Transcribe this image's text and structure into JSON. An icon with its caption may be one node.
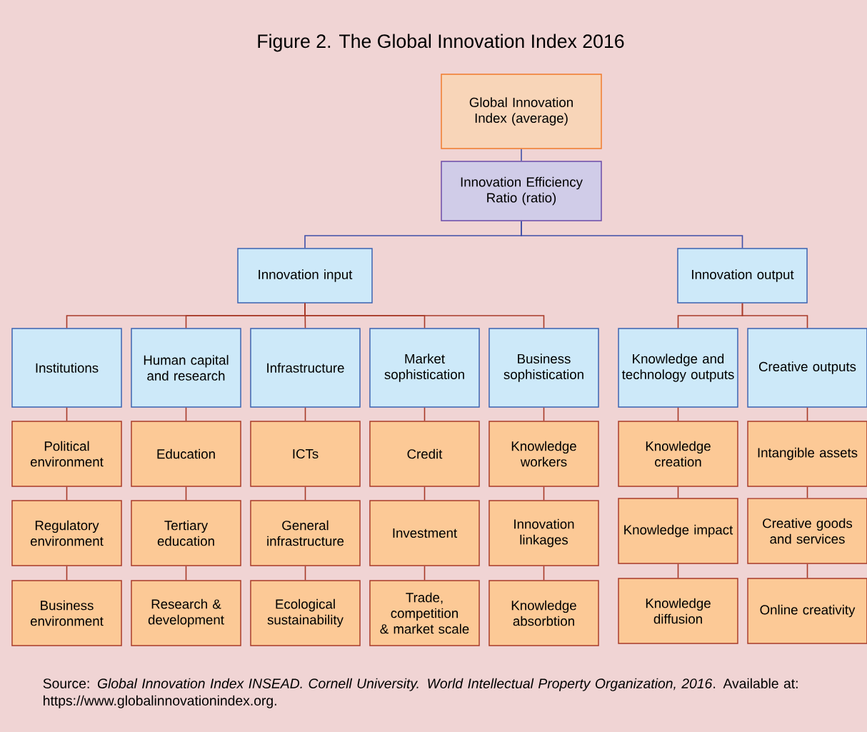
{
  "diagram": {
    "title": "Figure 2. The Global Innovation Index 2016",
    "caption": "Source: *Global Innovation Index INSEAD. Cornell University. World Intellectual Property Organization, 2016*. Available at: https://www.globalinnovationindex.org.",
    "nodes": [
      {
        "text": [
          "Global Innovation Index (average)"
        ]
      },
      {
        "text": [
          "Innovation Efficiency Ratio (ratio)"
        ]
      },
      {
        "text": [
          "Innovation input"
        ]
      },
      {
        "text": [
          "Innovation output"
        ]
      },
      {
        "text": [
          "Institutions"
        ]
      },
      {
        "text": [
          "Human capital and research"
        ]
      },
      {
        "text": [
          "Infrastructure"
        ]
      },
      {
        "text": [
          "Market sophistication"
        ]
      },
      {
        "text": [
          "Business sophistication"
        ]
      },
      {
        "text": [
          "Knowledge and technology outputs"
        ]
      },
      {
        "text": [
          "Creative outputs"
        ]
      },
      {
        "text": [
          "Political environment"
        ]
      },
      {
        "text": [
          "Education"
        ]
      },
      {
        "text": [
          "ICTs"
        ]
      },
      {
        "text": [
          "Credit"
        ]
      },
      {
        "text": [
          "Knowledge workers"
        ]
      },
      {
        "text": [
          "Knowledge creation"
        ]
      },
      {
        "text": [
          "Intangible assets"
        ]
      },
      {
        "text": [
          "Regulatory environment"
        ]
      },
      {
        "text": [
          "Tertiary education"
        ]
      },
      {
        "text": [
          "General infrastructure"
        ]
      },
      {
        "text": [
          "Investment"
        ]
      },
      {
        "text": [
          "Innovation linkages"
        ]
      },
      {
        "text": [
          "Knowledge impact"
        ]
      },
      {
        "text": [
          "Creative goods and services"
        ]
      },
      {
        "text": [
          "Business environment"
        ]
      },
      {
        "text": [
          "Research & development"
        ]
      },
      {
        "text": [
          "Ecological sustainability"
        ]
      },
      {
        "text": [
          "Trade, competition & market scale"
        ]
      },
      {
        "text": [
          "Knowledge absorbtion"
        ]
      },
      {
        "text": [
          "Knowledge diffusion"
        ]
      },
      {
        "text": [
          "Online creativity"
        ]
      }
    ],
    "edges": [
      {
        "from": 0,
        "to": 1,
        "arrow": "none",
        "color": "#3f4fa8"
      },
      {
        "from": 1,
        "to": 2,
        "arrow": "none",
        "color": "#3f4fa8"
      },
      {
        "from": 1,
        "to": 3,
        "arrow": "none",
        "color": "#3f4fa8"
      },
      {
        "from": 2,
        "to": 4,
        "arrow": "none"
      },
      {
        "from": 2,
        "to": 5,
        "arrow": "none"
      },
      {
        "from": 2,
        "to": 6,
        "arrow": "none"
      },
      {
        "from": 2,
        "to": 7,
        "arrow": "none"
      },
      {
        "from": 2,
        "to": 8,
        "arrow": "none"
      },
      {
        "from": 3,
        "to": 9,
        "arrow": "none"
      },
      {
        "from": 3,
        "to": 10,
        "arrow": "none"
      },
      {
        "from": 4,
        "to": 11,
        "arrow": "none"
      },
      {
        "from": 5,
        "to": 12,
        "arrow": "none"
      },
      {
        "from": 6,
        "to": 13,
        "arrow": "none"
      },
      {
        "from": 7,
        "to": 14,
        "arrow": "none"
      },
      {
        "from": 8,
        "to": 15,
        "arrow": "none"
      },
      {
        "from": 9,
        "to": 16,
        "arrow": "none"
      },
      {
        "from": 10,
        "to": 17,
        "arrow": "none"
      },
      {
        "from": 11,
        "to": 18,
        "arrow": "none"
      },
      {
        "from": 12,
        "to": 19,
        "arrow": "none"
      },
      {
        "from": 13,
        "to": 20,
        "arrow": "none"
      },
      {
        "from": 14,
        "to": 21,
        "arrow": "none"
      },
      {
        "from": 15,
        "to": 22,
        "arrow": "none"
      },
      {
        "from": 16,
        "to": 23,
        "arrow": "none"
      },
      {
        "from": 17,
        "to": 24,
        "arrow": "none"
      },
      {
        "from": 18,
        "to": 25,
        "arrow": "none"
      },
      {
        "from": 19,
        "to": 26,
        "arrow": "none"
      },
      {
        "from": 20,
        "to": 27,
        "arrow": "none"
      },
      {
        "from": 21,
        "to": 28,
        "arrow": "none"
      },
      {
        "from": 22,
        "to": 29,
        "arrow": "none"
      },
      {
        "from": 23,
        "to": 30,
        "arrow": "none"
      },
      {
        "from": 24,
        "to": 31,
        "arrow": "none"
      }
    ]
  }
}
